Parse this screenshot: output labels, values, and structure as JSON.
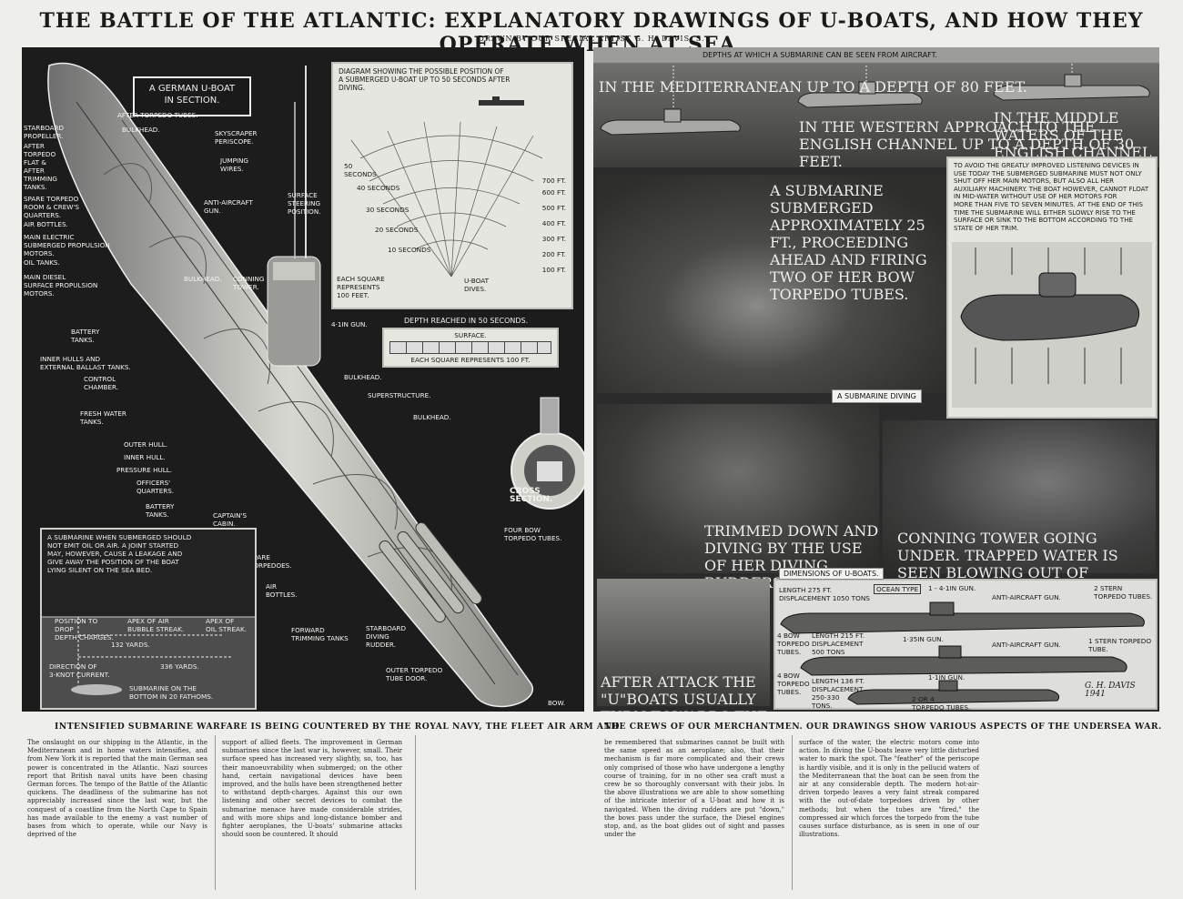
{
  "header": {
    "title": "THE BATTLE OF THE ATLANTIC: EXPLANATORY DRAWINGS OF U-BOATS, AND HOW THEY OPERATE WHEN AT SEA.",
    "byline": "DRAWN BY OUR SPECIAL ARTIST G. H. DAVIS, S."
  },
  "left_panel": {
    "section_title": "A GERMAN U-BOAT\nIN SECTION.",
    "labels": [
      "AFTER TORPEDO TUBES.",
      "STARBOARD\nPROPELLER.",
      "BULKHEAD.",
      "AFTER\nTORPEDO\nFLAT &\nAFTER\nTRIMMING\nTANKS.",
      "SKYSCRAPER\nPERISCOPE.",
      "JUMPING\nWIRES.",
      "SPARE TORPEDO\nROOM & CREW'S\nQUARTERS.",
      "AIR BOTTLES.",
      "ANTI-AIRCRAFT\nGUN.",
      "SURFACE\nSTEERING\nPOSITION.",
      "MAIN ELECTRIC\nSUBMERGED PROPULSION\nMOTORS.",
      "OIL TANKS.",
      "MAIN DIESEL\nSURFACE PROPULSION\nMOTORS.",
      "BULKHEAD.",
      "CONNING\nTOWER.",
      "4·1IN GUN.",
      "BATTERY\nTANKS.",
      "INNER HULLS AND\nEXTERNAL BALLAST TANKS.",
      "BULKHEAD.",
      "CONTROL\nCHAMBER.",
      "SUPERSTRUCTURE.",
      "BULKHEAD.",
      "FRESH WATER\nTANKS.",
      "OUTER HULL.",
      "INNER HULL.",
      "PRESSURE HULL.",
      "OFFICERS'\nQUARTERS.",
      "BATTERY\nTANKS.",
      "CAPTAIN'S\nCABIN.",
      "FOUR BOW\nTORPEDO TUBES.",
      "SPARE\nTORPEDOES.",
      "AIR\nBOTTLES.",
      "FORWARD\nTRIMMING TANKS",
      "STARBOARD\nDIVING\nRUDDER.",
      "OUTER TORPEDO\nTUBE DOOR.",
      "BOW."
    ],
    "dive_diagram": {
      "title": "DIAGRAM SHOWING THE POSSIBLE POSITION OF\nA SUBMERGED U-BOAT UP TO 50 SECONDS AFTER\nDIVING.",
      "feet": [
        "700 FT.",
        "600 FT.",
        "500 FT.",
        "400 FT.",
        "300 FT.",
        "200 FT.",
        "100 FT."
      ],
      "seconds": [
        "50\nSECONDS",
        "40 SECONDS",
        "30 SECONDS",
        "20 SECONDS",
        "10 SECONDS"
      ],
      "note": "EACH SQUARE\nREPRESENTS\n100 FEET.",
      "dive": "U-BOAT\nDIVES."
    },
    "depth_box": {
      "title": "DEPTH REACHED IN 50 SECONDS.",
      "surface": "SURFACE.",
      "note": "EACH SQUARE REPRESENTS 100 FT."
    },
    "cross_section": "CROSS SECTION.",
    "oil_box": {
      "text": "A SUBMARINE WHEN SUBMERGED SHOULD\nNOT EMIT OIL OR AIR. A JOINT STARTED\nMAY, HOWEVER, CAUSE A LEAKAGE AND\nGIVE AWAY THE POSITION OF THE BOAT\nLYING SILENT ON THE SEA BED.",
      "labels": [
        "POSITION TO\nDROP\nDEPTH CHARGES.",
        "APEX OF AIR\nBUBBLE STREAK.",
        "APEX OF\nOIL STREAK.",
        "132 YARDS.",
        "336 YARDS.",
        "DIRECTION OF\n3-KNOT CURRENT.",
        "SUBMARINE ON THE\nBOTTOM IN 20 FATHOMS."
      ]
    }
  },
  "right_panel": {
    "visibility": {
      "title": "DEPTHS AT WHICH A SUBMARINE CAN BE SEEN FROM AIRCRAFT.",
      "mediterranean": "IN THE MEDITERRANEAN\nUP TO A DEPTH OF\n80 FEET.",
      "western": "IN THE WESTERN APPROACH\nTO THE ENGLISH CHANNEL\nUP TO A DEPTH OF 30 FEET.",
      "channel": "IN THE MIDDLE WATERS OF THE ENGLISH\nCHANNEL AND IN THE NORTH SEA THE DECK\nOF A SUBMERGED SUBMARINE CANNOT BE\nSEEN EVEN WHEN THE PERISCOPE IS WELL\nABOVE THE SURFACE."
    },
    "firing": "A SUBMARINE SUBMERGED\nAPPROXIMATELY 25 FT., PROCEEDING\nAHEAD AND FIRING TWO OF HER\nBOW TORPEDO TUBES.",
    "listening": "TO AVOID THE GREATLY IMPROVED LISTENING DEVICES IN\nUSE TODAY THE SUBMERGED SUBMARINE MUST NOT ONLY\nSHUT OFF HER MAIN MOTORS, BUT ALSO ALL HER\nAUXILIARY MACHINERY. THE BOAT HOWEVER, CANNOT FLOAT\nIN MID-WATER WITHOUT USE OF HER MOTORS FOR\nMORE THAN FIVE TO SEVEN MINUTES. AT THE END OF THIS\nTIME THE SUBMARINE WILL EITHER SLOWLY RISE TO THE\nSURFACE OR SINK TO THE BOTTOM ACCORDING TO THE\nSTATE OF HER TRIM.",
    "diving_tag": "A SUBMARINE DIVING",
    "trimmed": "TRIMMED DOWN AND\nDIVING BY THE USE OF\nHER DIVING RUDDERS.",
    "conning": "CONNING TOWER GOING UNDER.\nTRAPPED WATER IS SEEN\nBLOWING OUT OF PERISCOPE\nGUIDE AS PERISCOPE IS RAISED.",
    "attack": "AFTER ATTACK THE \"U\"BOATS\nUSUALLY TURN TOWARDS THE STERN\nOF THEIR VICTIM TO AVOID RAMMING\nAND QUICKLY SUBMERGE.",
    "dimensions": {
      "tag": "DIMENSIONS OF U-BOATS.",
      "ocean_type": "OCEAN TYPE",
      "boat1": "LENGTH 275 FT.\nDISPLACEMENT 1050 TONS",
      "gun1": "1 - 4·1IN GUN.",
      "aa1": "ANTI-AIRCRAFT GUN.",
      "stern1": "2 STERN\nTORPEDO TUBES.",
      "bow1": "4 BOW\nTORPEDO\nTUBES.",
      "boat2": "LENGTH 215 FT.\nDISPLACEMENT\n500 TONS",
      "gun2": "1·35IN GUN.",
      "aa2": "ANTI-AIRCRAFT GUN.",
      "stern2": "1 STERN TORPEDO\nTUBE.",
      "bow2": "4 BOW\nTORPEDO\nTUBES.",
      "boat3": "LENGTH 136 FT.\nDISPLACEMENT\n250-330\nTONS.",
      "gun3": "1·1IN GUN.",
      "tubes3": "2 OR 4\nTORPEDO TUBES.",
      "signature": "G. H. DAVIS\n1941"
    }
  },
  "caption": {
    "left": "INTENSIFIED SUBMARINE WARFARE IS BEING COUNTERED BY THE ROYAL NAVY, THE FLEET AIR ARM AND",
    "right": "THE CREWS OF OUR MERCHANTMEN. OUR DRAWINGS SHOW VARIOUS ASPECTS OF THE UNDERSEA WAR."
  },
  "body_text": [
    "The onslaught on our shipping in the Atlantic, in the Mediterranean and in home waters intensifies, and from New York it is reported that the main German sea power is concentrated in the Atlantic. Nazi sources report that British naval units have been chasing German forces. The tempo of the Battle of the Atlantic quickens. The deadliness of the submarine has not appreciably increased since the last war, but the conquest of a coastline from the North Cape to Spain has made available to the enemy a vast number of bases from which to operate, while our Navy is deprived of the",
    "support of allied fleets. The improvement in German submarines since the last war is, however, small. Their surface speed has increased very slightly, so, too, has their manoeuvrability when submerged; on the other hand, certain navigational devices have been improved, and the hulls have been strengthened better to withstand depth-charges. Against this our own listening and other secret devices to combat the submarine menace have made considerable strides, and with more ships and long-distance bomber and fighter aeroplanes, the U-boats' submarine attacks should soon be countered. It should",
    "be remembered that submarines cannot be built with the same speed as an aeroplane; also, that their mechanism is far more complicated and their crews only comprised of those who have undergone a lengthy course of training, for in no other sea craft must a crew be so thoroughly conversant with their jobs. In the above illustrations we are able to show something of the intricate interior of a U-boat and how it is navigated. When the diving rudders are put \"down,\" the bows pass under the surface, the Diesel engines stop, and, as the boat glides out of sight and passes under the",
    "surface of the water, the electric motors come into action. In diving the U-boats leave very little disturbed water to mark the spot. The \"feather\" of the periscope is hardly visible, and it is only in the pellucid waters of the Mediterranean that the boat can be seen from the air at any considerable depth. The modern hot-air-driven torpedo leaves a very faint streak compared with the out-of-date torpedoes driven by other methods; but when the tubes are \"fired,\" the compressed air which forces the torpedo from the tube causes surface disturbance, as is seen in one of our illustrations."
  ]
}
